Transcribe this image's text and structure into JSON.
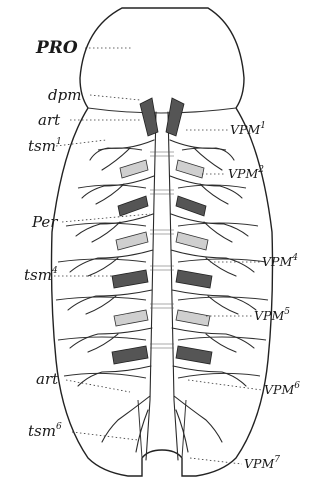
{
  "labels": {
    "pro": "PRO",
    "dpm": "dpm",
    "art_top": "art",
    "tsm1": "tsm",
    "tsm1_sup": "1",
    "per": "Per",
    "tsm4": "tsm",
    "tsm4_sup": "4",
    "art_bottom": "art",
    "tsm6": "tsm",
    "tsm6_sup": "6",
    "vpm1": "VPM",
    "vpm1_sup": "1",
    "vpm2": "VPM",
    "vpm2_sup": "2",
    "vpm4": "VPM",
    "vpm4_sup": "4",
    "vpm5": "VPM",
    "vpm5_sup": "5",
    "vpm6": "VPM",
    "vpm6_sup": "6",
    "vpm7": "VPM",
    "vpm7_sup": "7"
  }
}
